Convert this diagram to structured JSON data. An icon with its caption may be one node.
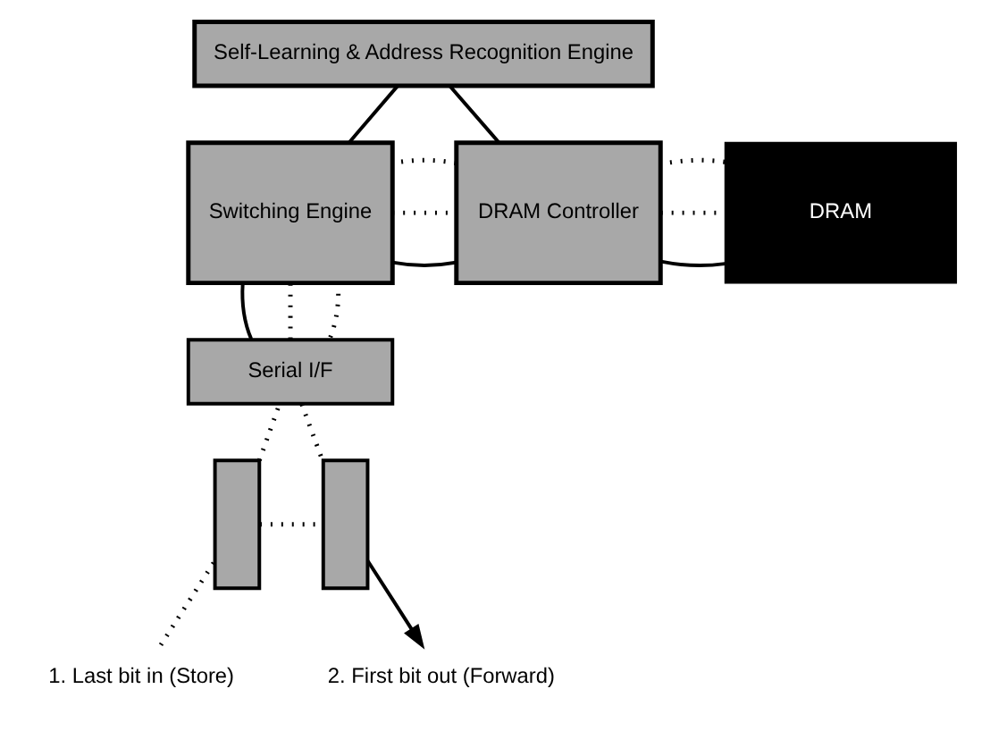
{
  "diagram": {
    "nodes": [
      {
        "text": [
          "Self-Learning & Address Recognition Engine"
        ]
      },
      {
        "text": [
          "Switching Engine"
        ]
      },
      {
        "text": [
          "DRAM Controller"
        ]
      },
      {
        "text": [
          "DRAM"
        ]
      },
      {
        "text": [
          "Serial I/F"
        ]
      },
      {
        "text": [],
        "shape": "box"
      },
      {
        "text": [],
        "shape": "box"
      },
      {
        "text": [
          "1. Last bit in (Store)"
        ]
      },
      {
        "text": [
          "2. First bit out (Forward)"
        ]
      }
    ],
    "edges": [
      {
        "from": 0,
        "to": 1,
        "arrow": "none"
      },
      {
        "from": 0,
        "to": 2,
        "arrow": "none"
      },
      {
        "from": 1,
        "to": 2,
        "arrow": "none"
      },
      {
        "from": 2,
        "to": 3,
        "arrow": "none"
      },
      {
        "from": 1,
        "to": 4,
        "arrow": "none"
      },
      {
        "from": 5,
        "to": 6,
        "arrow": "none",
        "style": "dashed"
      },
      {
        "from": 7,
        "to": 5,
        "arrow": "none",
        "style": "dashed"
      },
      {
        "from": 5,
        "to": 4,
        "arrow": "none",
        "style": "dashed"
      },
      {
        "from": 4,
        "to": 1,
        "arrow": "none",
        "style": "dashed"
      },
      {
        "from": 1,
        "to": 2,
        "arrow": "none",
        "style": "dashed"
      },
      {
        "from": 2,
        "to": 3,
        "arrow": "none",
        "style": "dashed"
      },
      {
        "from": 3,
        "to": 2,
        "arrow": "none",
        "style": "dashed"
      },
      {
        "from": 2,
        "to": 1,
        "arrow": "none",
        "style": "dashed"
      },
      {
        "from": 1,
        "to": 4,
        "arrow": "none",
        "style": "dashed"
      },
      {
        "from": 4,
        "to": 6,
        "arrow": "none",
        "style": "dashed"
      },
      {
        "from": 6,
        "to": 8,
        "arrow": "to"
      }
    ]
  }
}
